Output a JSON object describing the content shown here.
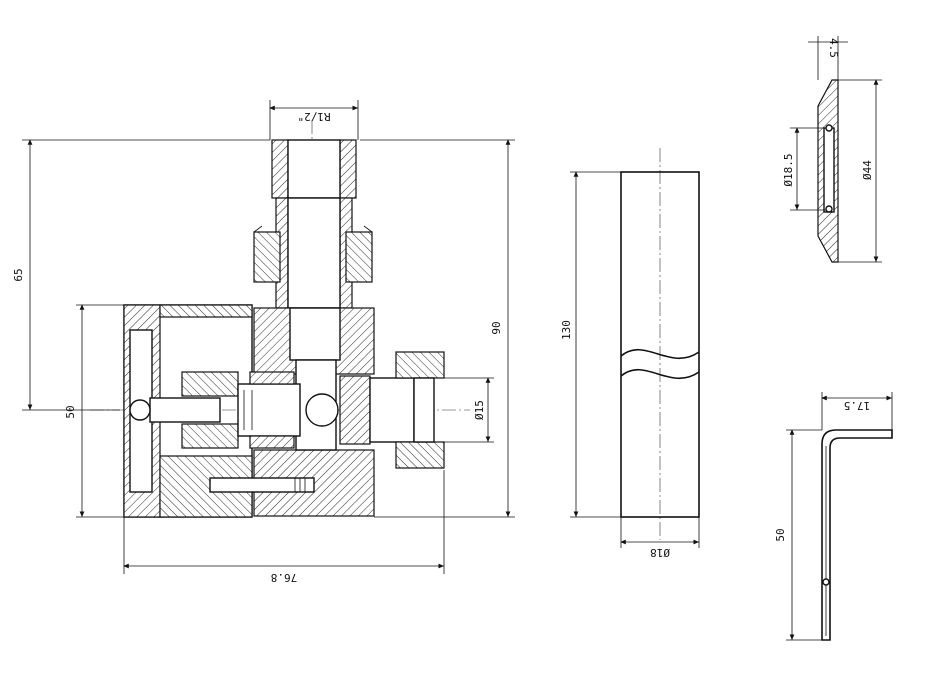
{
  "drawing": {
    "valve": {
      "dim_height_65": "65",
      "dim_height_90": "90",
      "dim_height_50": "50",
      "dim_width_76_8": "76.8",
      "dim_thread_r12": "R1/2\"",
      "dim_dia_15": "Ø15"
    },
    "tube": {
      "dim_length_130": "130",
      "dim_dia_18": "Ø18"
    },
    "escutcheon": {
      "dim_thickness_4_5": "4.5",
      "dim_dia_18_5": "Ø18.5",
      "dim_dia_44": "Ø44"
    },
    "wrench": {
      "dim_width_17_5": "17.5",
      "dim_height_50": "50"
    }
  }
}
